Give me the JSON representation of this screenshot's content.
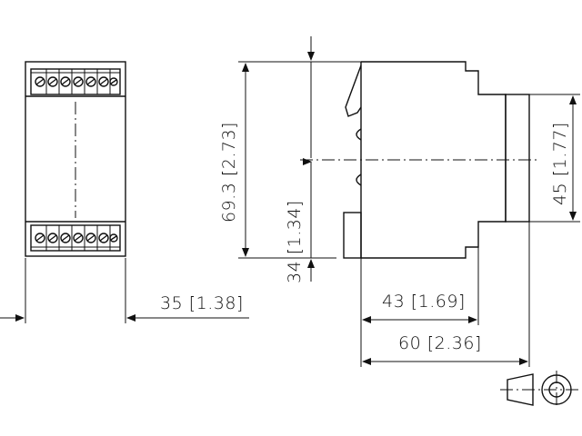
{
  "dimensions": {
    "width_front": "35 [1.38]",
    "height_total": "69.3 [2.73]",
    "height_rail": "34 [1.34]",
    "height_side": "45 [1.77]",
    "depth_body": "43 [1.69]",
    "depth_total": "60 [2.36]"
  },
  "colors": {
    "line": "#111111",
    "background": "#ffffff"
  },
  "symbol": {
    "name": "first-angle-projection-icon"
  }
}
